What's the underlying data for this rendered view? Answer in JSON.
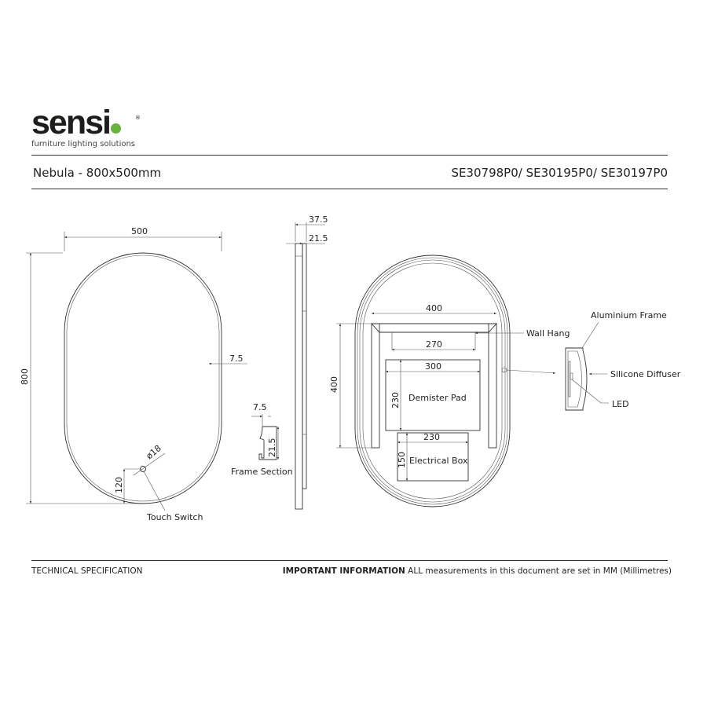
{
  "brand": {
    "name": "sensio",
    "tagline": "furniture lighting solutions",
    "accent_color": "#6ab23e"
  },
  "header": {
    "title": "Nebula - 800x500mm",
    "codes": "SE30798P0/ SE30195P0/ SE30197P0"
  },
  "front_view": {
    "width": "500",
    "height": "800",
    "frame_offset": "7.5",
    "switch_diameter": "ø18",
    "switch_height": "120",
    "switch_label": "Touch Switch"
  },
  "side_view": {
    "depth_total": "37.5",
    "depth_frame": "21.5"
  },
  "frame_section": {
    "width": "7.5",
    "depth": "21.5",
    "label": "Frame Section"
  },
  "back_view": {
    "bracket_width": "400",
    "bracket_height": "400",
    "wall_hang_width": "270",
    "wall_hang_label": "Wall Hang",
    "demister_width": "300",
    "demister_height": "230",
    "demister_label": "Demister Pad",
    "box_width": "230",
    "box_height": "150",
    "box_label": "Electrical Box"
  },
  "profile_detail": {
    "frame_label": "Aluminium Frame",
    "diffuser_label": "Silicone Diffuser",
    "led_label": "LED"
  },
  "footer": {
    "left": "TECHNICAL SPECIFICATION",
    "right_bold": "IMPORTANT INFORMATION",
    "right_text": " ALL measurements in this document are set in MM (Millimetres)"
  }
}
